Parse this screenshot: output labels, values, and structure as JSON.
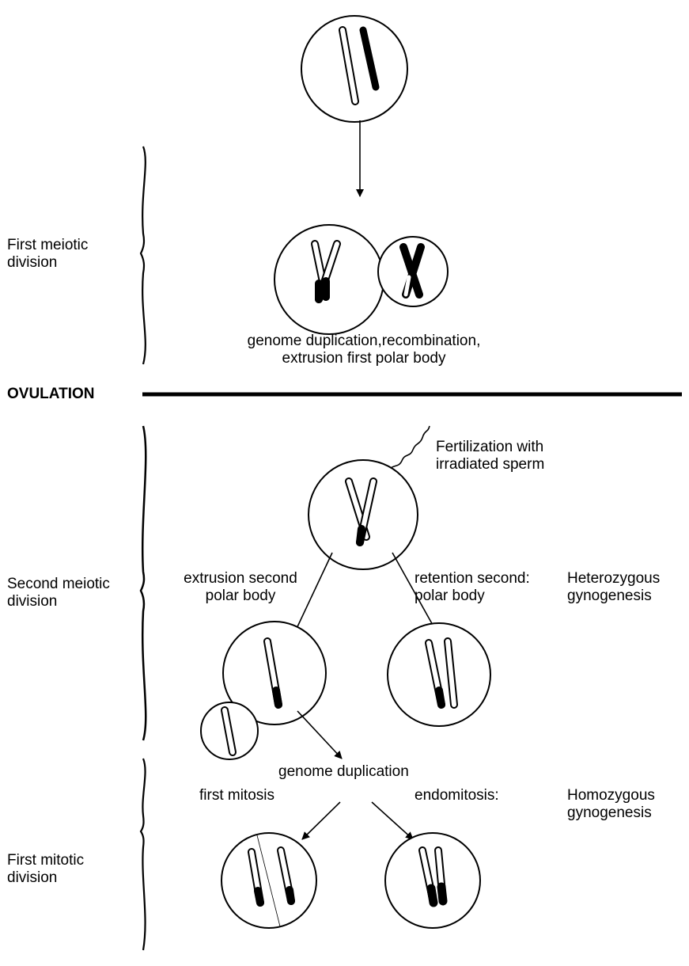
{
  "phases": {
    "first_meiotic": [
      "First meiotic",
      "division"
    ],
    "second_meiotic": [
      "Second meiotic",
      "division"
    ],
    "first_mitotic": [
      "First mitotic",
      "division"
    ]
  },
  "ovulation": "OVULATION",
  "captions": {
    "first_meiosis": [
      "genome duplication,recombination,",
      "extrusion first polar body"
    ],
    "fertilization": [
      "Fertilization with",
      "irradiated sperm"
    ],
    "extrusion_second": [
      "extrusion second",
      "polar body"
    ],
    "retention_second": [
      "retention second:",
      "polar body"
    ],
    "heterozygous": [
      "Heterozygous",
      "gynogenesis"
    ],
    "genome_duplication": "genome duplication",
    "first_mitosis": "first mitosis",
    "endomitosis": "endomitosis:",
    "homozygous": [
      "Homozygous",
      "gynogenesis"
    ]
  }
}
